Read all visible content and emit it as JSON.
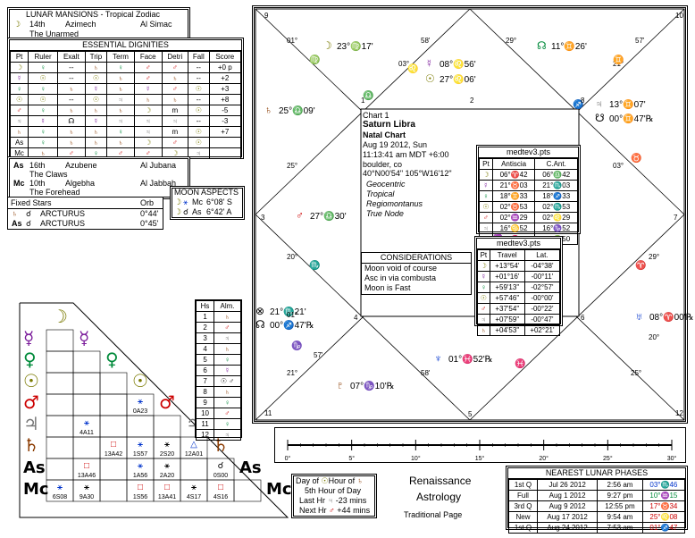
{
  "lunar_mansions": {
    "title": "LUNAR MANSIONS - Tropical Zodiac",
    "rows": [
      {
        "g": "☽",
        "num": "14th",
        "name": "Azimech",
        "alt": "Al Simac",
        "desc": "The Unarmed"
      },
      {
        "g": "As",
        "num": "16th",
        "name": "Azubene",
        "alt": "Al Jubana",
        "desc": "The Claws"
      },
      {
        "g": "Mc",
        "num": "10th",
        "name": "Algebha",
        "alt": "Al Jabbah",
        "desc": "The Forehead"
      }
    ]
  },
  "dignities": {
    "title": "ESSENTIAL DIGNITIES",
    "headers": [
      "Pt",
      "Ruler",
      "Exalt",
      "Trip",
      "Term",
      "Face",
      "Detri",
      "Fall",
      "Score"
    ],
    "rows": [
      [
        "☽",
        "♀",
        "--",
        "♄",
        "♀",
        "♂",
        "♂",
        "--",
        "+0 p"
      ],
      [
        "☿",
        "☉",
        "--",
        "☉",
        "♄",
        "♂",
        "♄",
        "--",
        "+2"
      ],
      [
        "♀",
        "♀",
        "♄",
        "☿",
        "♄",
        "☿",
        "♂",
        "☉",
        "+3"
      ],
      [
        "☉",
        "☉",
        "--",
        "☉",
        "♃",
        "♄",
        "♄",
        "--",
        "+8"
      ],
      [
        "♂",
        "♀",
        "♄",
        "♄",
        "♄",
        "☽",
        "m",
        "☉",
        "-5"
      ],
      [
        "♃",
        "☿",
        "☊",
        "☿",
        "♃",
        "♃",
        "♃",
        "--",
        "-3"
      ],
      [
        "♄",
        "♀",
        "♄",
        "♄",
        "♀",
        "♃",
        "m",
        "☉",
        "+7"
      ],
      [
        "As",
        "♀",
        "♄",
        "♄",
        "♄",
        "☽",
        "♂",
        "☉",
        ""
      ],
      [
        "Mc",
        "♄",
        "♂",
        "♀",
        "♂",
        "♂",
        "☽",
        "♃",
        ""
      ]
    ]
  },
  "fixed_stars": {
    "title": "Fixed Stars",
    "orb_label": "Orb",
    "rows": [
      {
        "a": "♄",
        "asp": "☌",
        "star": "ARCTURUS",
        "orb": "0°44'"
      },
      {
        "a": "As",
        "asp": "☌",
        "star": "ARCTURUS",
        "orb": "0°45'"
      }
    ]
  },
  "moon_aspects": {
    "title": "MOON ASPECTS",
    "rows": [
      {
        "a": "☽",
        "asp": "⚹",
        "b": "Mc",
        "val": "6°08' S"
      },
      {
        "a": "☽",
        "asp": "☌",
        "b": "As",
        "val": "6°42' A"
      }
    ]
  },
  "chart_info": {
    "line1": "Chart 1",
    "name": "Saturn Libra",
    "type": "Natal Chart",
    "date": "Aug 19 2012, Sun",
    "time": "11:13:41 am  MDT +6:00",
    "place": "boulder, co",
    "coords": "40°N00'54\" 105°W16'12\"",
    "sys1": "Geocentric",
    "sys2": "Tropical",
    "sys3": "Regiomontanus",
    "sys4": "True Node"
  },
  "considerations": {
    "title": "CONSIDERATIONS",
    "items": [
      "Moon void of course",
      "Asc in via combusta",
      "Moon is Fast"
    ]
  },
  "antiscia": {
    "title": "medtev3.pts",
    "headers": [
      "Pt",
      "Antiscia",
      "C.Ant."
    ],
    "rows": [
      [
        "☽",
        "06°♈42",
        "06°♎42"
      ],
      [
        "☿",
        "21°♉03",
        "21°♏03"
      ],
      [
        "♀",
        "18°♊33",
        "18°♐33"
      ],
      [
        "☉",
        "02°♉53",
        "02°♏53"
      ],
      [
        "♂",
        "02°♒29",
        "02°♌29"
      ],
      [
        "♃",
        "16°♋52",
        "16°♑52"
      ],
      [
        "♄",
        "04°♓50",
        "04°♍50"
      ]
    ]
  },
  "travel": {
    "title": "medtev3.pts",
    "headers": [
      "Pt",
      "Travel",
      "Lat."
    ],
    "rows": [
      [
        "☽",
        "+13°54'",
        "-04°38'"
      ],
      [
        "☿",
        "+01°16'",
        "-00°11'"
      ],
      [
        "♀",
        "+59'13\"",
        "-02°57'"
      ],
      [
        "☉",
        "+57'46\"",
        "-00°00'"
      ],
      [
        "♂",
        "+37'54\"",
        "-00°22'"
      ],
      [
        "♃",
        "+07'59\"",
        "-00°47'"
      ],
      [
        "♄",
        "+04'53\"",
        "+02°21'"
      ]
    ]
  },
  "almuten": {
    "headers": [
      "Hs",
      "Alm."
    ],
    "rows": [
      [
        "1",
        "♄"
      ],
      [
        "2",
        "♂"
      ],
      [
        "3",
        "♃"
      ],
      [
        "4",
        "♄"
      ],
      [
        "5",
        "♀"
      ],
      [
        "6",
        "☿"
      ],
      [
        "7",
        "☉ ♂"
      ],
      [
        "8",
        "♄"
      ],
      [
        "9",
        "♀"
      ],
      [
        "10",
        "♂"
      ],
      [
        "11",
        "♀"
      ],
      [
        "12",
        "♃"
      ]
    ]
  },
  "aspect_grid": {
    "planets": [
      "☽",
      "☿",
      "♀",
      "☉",
      "♂",
      "♃",
      "♄",
      "As",
      "Mc"
    ],
    "cells": [
      {
        "r": 4,
        "c": 3,
        "sym": "⚹",
        "code": "0A23",
        "col": "blu"
      },
      {
        "r": 5,
        "c": 1,
        "sym": "⚹",
        "code": "4A11",
        "col": "blu"
      },
      {
        "r": 6,
        "c": 2,
        "sym": "□",
        "code": "13A42",
        "col": "red"
      },
      {
        "r": 6,
        "c": 3,
        "sym": "⚹",
        "code": "1S57",
        "col": "blu"
      },
      {
        "r": 6,
        "c": 4,
        "sym": "⚹",
        "code": "2S20",
        "col": "blk"
      },
      {
        "r": 6,
        "c": 5,
        "sym": "△",
        "code": "12A01",
        "col": "blu"
      },
      {
        "r": 7,
        "c": 1,
        "sym": "□",
        "code": "13A46",
        "col": "red"
      },
      {
        "r": 7,
        "c": 3,
        "sym": "⚹",
        "code": "1A56",
        "col": "blu"
      },
      {
        "r": 7,
        "c": 4,
        "sym": "⚹",
        "code": "2A20",
        "col": "blk"
      },
      {
        "r": 7,
        "c": 6,
        "sym": "☌",
        "code": "0S00",
        "col": "blk"
      },
      {
        "r": 8,
        "c": 0,
        "sym": "⚹",
        "code": "6S08",
        "col": "blu"
      },
      {
        "r": 8,
        "c": 1,
        "sym": "⚹",
        "code": "9A30",
        "col": "blk"
      },
      {
        "r": 8,
        "c": 3,
        "sym": "□",
        "code": "1S56",
        "col": "red"
      },
      {
        "r": 8,
        "c": 4,
        "sym": "□",
        "code": "13A41",
        "col": "red"
      },
      {
        "r": 8,
        "c": 5,
        "sym": "⚹",
        "code": "4S17",
        "col": "blk"
      },
      {
        "r": 8,
        "c": 6,
        "sym": "□",
        "code": "4S16",
        "col": "red"
      }
    ]
  },
  "hours": {
    "day_label": "Day of",
    "day_planet": "☉",
    "hour_label": "Hour of",
    "hour_planet": "♄",
    "hour_line": "5th Hour of Day",
    "last_label": "Last Hr",
    "last_planet": "♃",
    "last_val": "-23 mins",
    "next_label": "Next Hr",
    "next_planet": "♂",
    "next_val": "+44 mins"
  },
  "brand": {
    "line1": "Renaissance",
    "line2": "Astrology",
    "line3": "Traditional Page"
  },
  "lunar_phases": {
    "title": "NEAREST LUNAR PHASES",
    "rows": [
      [
        "1st Q",
        "Jul 26 2012",
        "2:56 am",
        "03°♏46"
      ],
      [
        "Full",
        "Aug 1 2012",
        "9:27 pm",
        "10°♒15"
      ],
      [
        "3rd Q",
        "Aug 9 2012",
        "12:55 pm",
        "17°♉34"
      ],
      [
        "New",
        "Aug 17 2012",
        "9:54 am",
        "25°♌08"
      ],
      [
        "1st Q",
        "Aug 24 2012",
        "7:53 am",
        "01°♐47"
      ]
    ]
  },
  "scale": {
    "ticks": [
      "0°",
      "5°",
      "10°",
      "15°",
      "20°",
      "25°",
      "30°"
    ]
  },
  "wheel": {
    "cusps": [
      [
        "10",
        "1"
      ],
      [
        "11",
        "2"
      ],
      [
        "12",
        "3"
      ],
      [
        "1",
        "4"
      ],
      [
        "2",
        "5"
      ],
      [
        "3",
        "6"
      ],
      [
        "4",
        "7"
      ],
      [
        "5",
        "8"
      ],
      [
        "6",
        "9"
      ],
      [
        "7",
        "10"
      ],
      [
        "8",
        "11"
      ],
      [
        "9",
        "12"
      ]
    ],
    "degrees": [
      "01°",
      "58'",
      "03°",
      "29°",
      "21°",
      "57'",
      "25°",
      "20°",
      "01°",
      "57'",
      "21°",
      "58'",
      "03°",
      "29°",
      "25°",
      "20°"
    ],
    "planets": [
      {
        "g": "☽",
        "pos": "23°♍17'",
        "cls": "olv"
      },
      {
        "g": "☿",
        "pos": "08°♌56'",
        "cls": "pur"
      },
      {
        "g": "☉",
        "pos": "27°♌06'",
        "cls": "olv"
      },
      {
        "g": "☊",
        "pos": "11°♊26'",
        "cls": "grn"
      },
      {
        "g": "♃",
        "pos": "13°♊07'",
        "cls": "gry"
      },
      {
        "g": "☋",
        "pos": "00°♊47'℞",
        "cls": "blk"
      },
      {
        "g": "♄",
        "pos": "25°♎09'",
        "cls": "brn"
      },
      {
        "g": "♂",
        "pos": "27°♎30'",
        "cls": "red"
      },
      {
        "g": "⊗",
        "pos": "21°♏21'",
        "cls": "blk"
      },
      {
        "g": "☊",
        "pos": "00°♐47'℞",
        "cls": "blk"
      },
      {
        "g": "♇",
        "pos": "07°♑10'℞",
        "cls": "brn"
      },
      {
        "g": "♆",
        "pos": "01°♓52'℞",
        "cls": "blu"
      },
      {
        "g": "♅",
        "pos": "08°♈00'℞",
        "cls": "blu"
      }
    ],
    "signs": [
      "♍",
      "♌",
      "♊",
      "♉",
      "♎",
      "♏",
      "♐",
      "♑",
      "♒",
      "♓",
      "♈",
      "♋"
    ]
  }
}
